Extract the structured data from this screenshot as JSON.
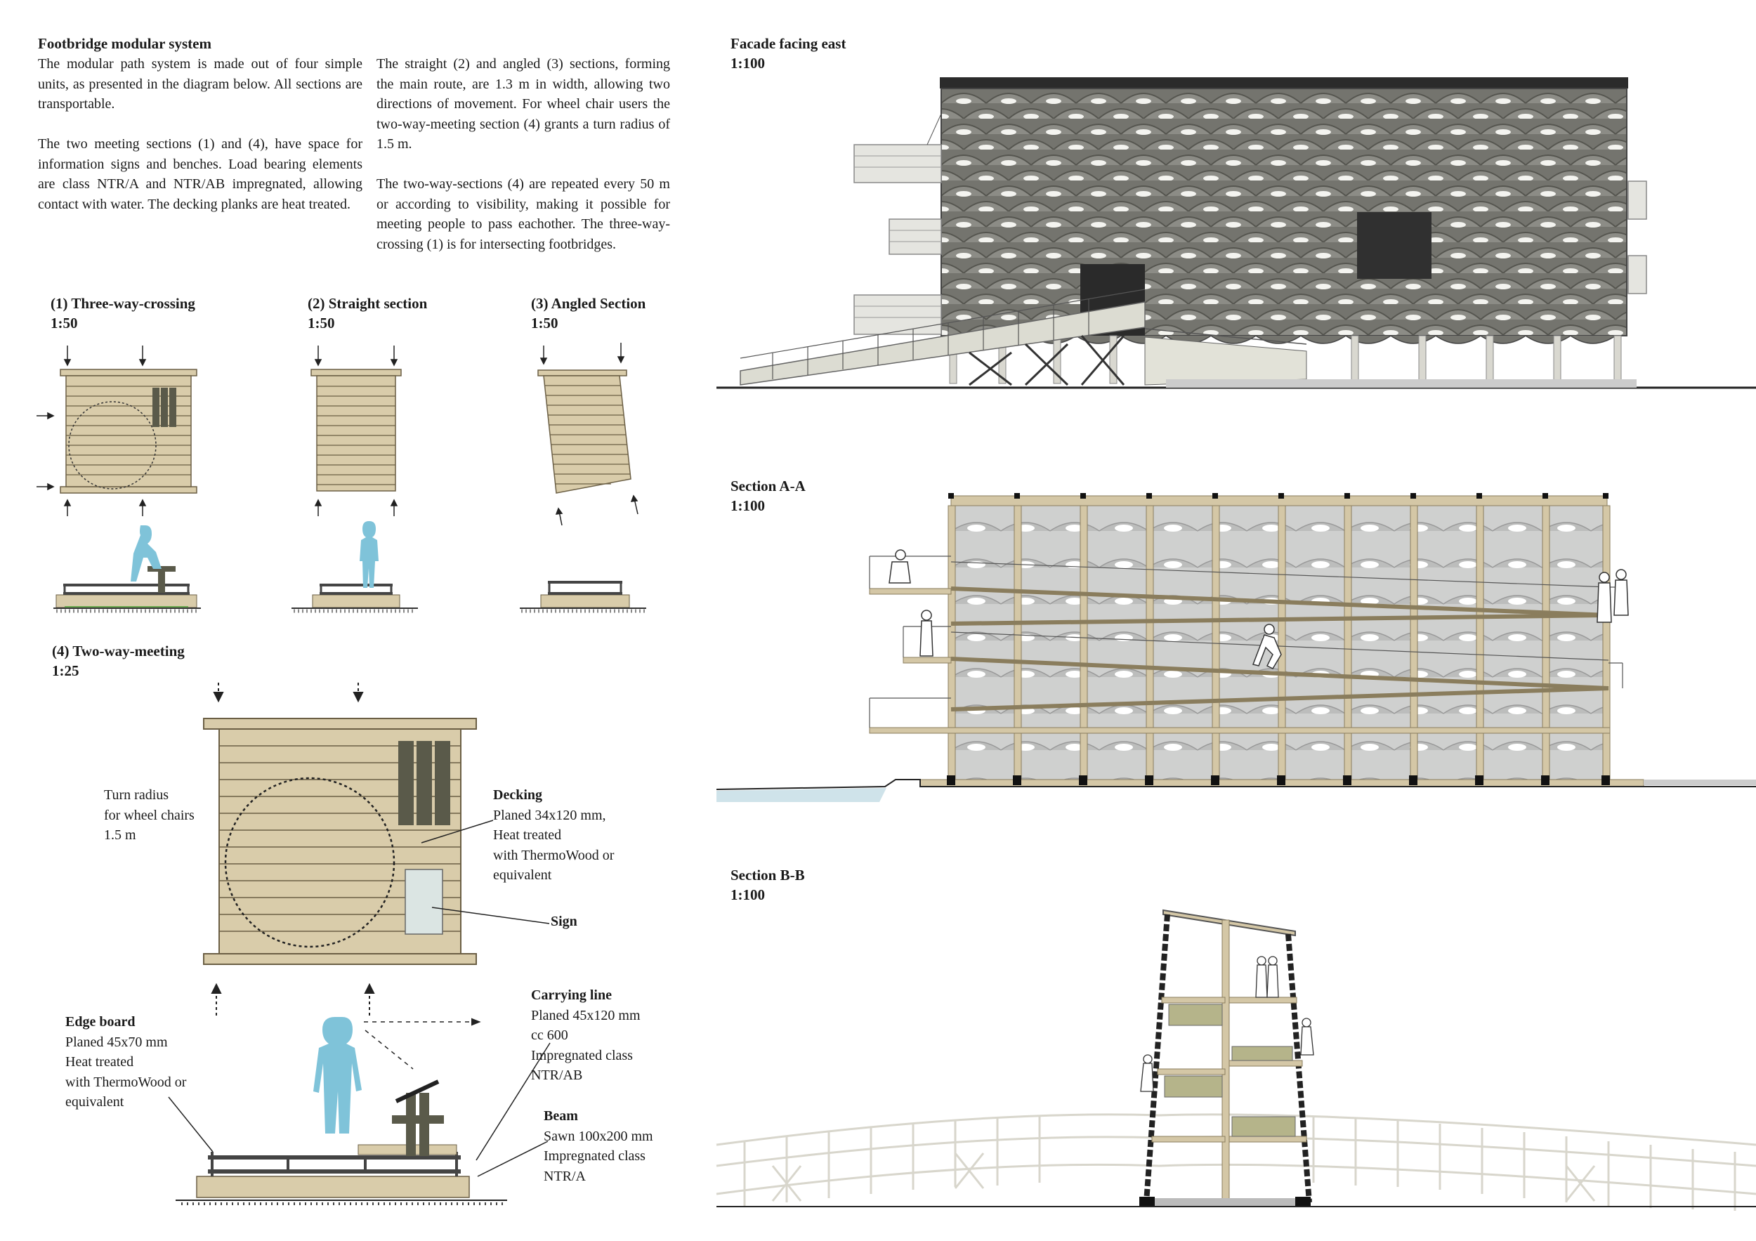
{
  "intro": {
    "title": "Footbridge modular system",
    "para1": "The modular path system is made out of four simple units, as presented in the diagram below. All sections are transportable.",
    "para2": "The two meeting sections (1) and (4), have space for information signs and benches. Load bearing elements are class NTR/A and NTR/AB impregnated, allowing contact with water. The decking planks are heat treated.",
    "para3": "The straight (2) and angled (3) sections, forming the main route, are 1.3 m in width, allowing two directions of movement. For wheel chair users the two-way-meeting section (4) grants a turn radius of 1.5 m.",
    "para4": "The two-way-sections (4) are repeated every 50 m or according to visibility, making it possible for meeting people to pass eachother. The three-way-crossing (1) is for intersecting footbridges."
  },
  "modules": [
    {
      "title": "(1) Three-way-crossing",
      "scale": "1:50"
    },
    {
      "title": "(2) Straight section",
      "scale": "1:50"
    },
    {
      "title": "(3) Angled Section",
      "scale": "1:50"
    },
    {
      "title": "(4) Two-way-meeting",
      "scale": "1:25"
    }
  ],
  "annotations": {
    "turn_radius": [
      "Turn radius",
      "for wheel chairs",
      "1.5 m"
    ],
    "decking": {
      "title": "Decking",
      "lines": [
        "Planed 34x120 mm,",
        "Heat treated",
        "with ThermoWood or",
        "equivalent"
      ]
    },
    "sign": "Sign",
    "carrying_line": {
      "title": "Carrying line",
      "lines": [
        "Planed 45x120 mm",
        "cc 600",
        "Impregnated class",
        "NTR/AB"
      ]
    },
    "edge_board": {
      "title": "Edge board",
      "lines": [
        "Planed 45x70 mm",
        "Heat treated",
        "with ThermoWood or",
        "equivalent"
      ]
    },
    "beam": {
      "title": "Beam",
      "lines": [
        "Sawn 100x200 mm",
        "Impregnated class",
        "NTR/A"
      ]
    }
  },
  "drawings": [
    {
      "title": "Facade facing east",
      "scale": "1:100"
    },
    {
      "title": "Section A-A",
      "scale": "1:100"
    },
    {
      "title": "Section B-B",
      "scale": "1:100"
    }
  ],
  "colors": {
    "deck_wood": "#d9ccaa",
    "plank_line": "#6b5f45",
    "bench": "#5a5a4a",
    "figure": "#7fc3d9",
    "facade": "#6f6f6a",
    "timber": "#d4c7a6",
    "water": "#cfe3ea"
  }
}
